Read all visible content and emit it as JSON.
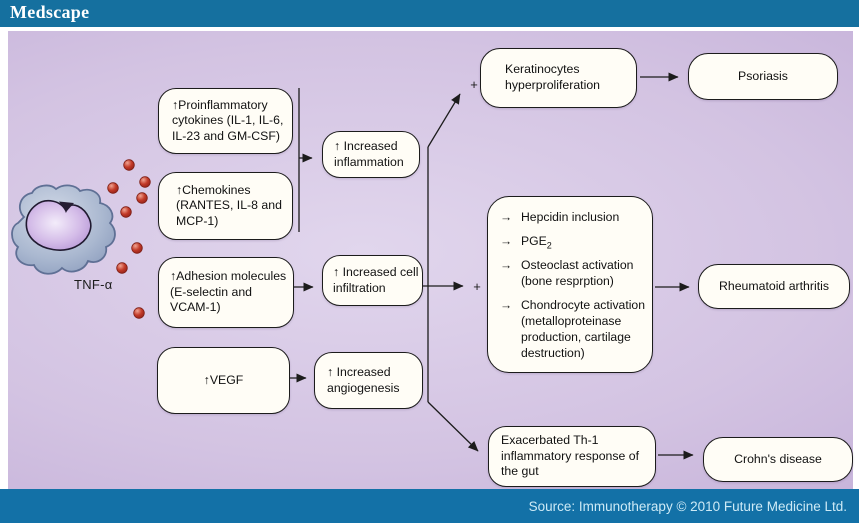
{
  "header": {
    "logo": "Medscape"
  },
  "footer": {
    "source": "Source: Immunotherapy © 2010 Future Medicine Ltd."
  },
  "colors": {
    "header_bg": "#15709f",
    "footer_bg": "#1371a7",
    "footer_text": "#cdeaf6",
    "canvas_light": "#e1d6ed",
    "canvas_dark": "#bda7d4",
    "box_bg": "#fffdf6",
    "box_border": "#1c1c1c",
    "tnf_dot_red": "#b23022",
    "cell_body_blue": "#a3b1cc",
    "cell_nucleus_purple": "#c3a4dd"
  },
  "cell": {
    "label": "TNF-α"
  },
  "symbols": {
    "plus_top": "+",
    "plus_mid": "+"
  },
  "boxes": {
    "cytokines": {
      "label": "↑Proinflammatory cytokines (IL-1, IL-6, IL-23 and GM-CSF)"
    },
    "chemokines": {
      "label": "↑Chemokines (RANTES, IL-8 and MCP-1)"
    },
    "adhesion": {
      "label": "↑Adhesion molecules (E-selectin and VCAM-1)"
    },
    "vegf": {
      "label": "↑VEGF"
    },
    "inflammation": {
      "label": "↑ Increased inflammation"
    },
    "infiltration": {
      "label": "↑ Increased cell infiltration"
    },
    "angiogenesis": {
      "label": "↑ Increased angiogenesis"
    },
    "keratinocytes": {
      "label": "Keratinocytes hyperproliferation"
    },
    "psoriasis": {
      "label": "Psoriasis"
    },
    "mediators": {
      "items": [
        {
          "arrow": "→",
          "text": "Hepcidin inclusion",
          "sub": ""
        },
        {
          "arrow": "→",
          "text": "PGE",
          "sub": "2"
        },
        {
          "arrow": "→",
          "text": "Osteoclast activation (bone resprption)",
          "sub": ""
        },
        {
          "arrow": "→",
          "text": "Chondrocyte activation (metalloproteinase production, cartilage destruction)",
          "sub": ""
        }
      ]
    },
    "rheumatoid": {
      "label": "Rheumatoid arthritis"
    },
    "th1": {
      "label": "Exacerbated Th-1 inflammatory response of the gut"
    },
    "crohns": {
      "label": "Crohn's disease"
    }
  }
}
